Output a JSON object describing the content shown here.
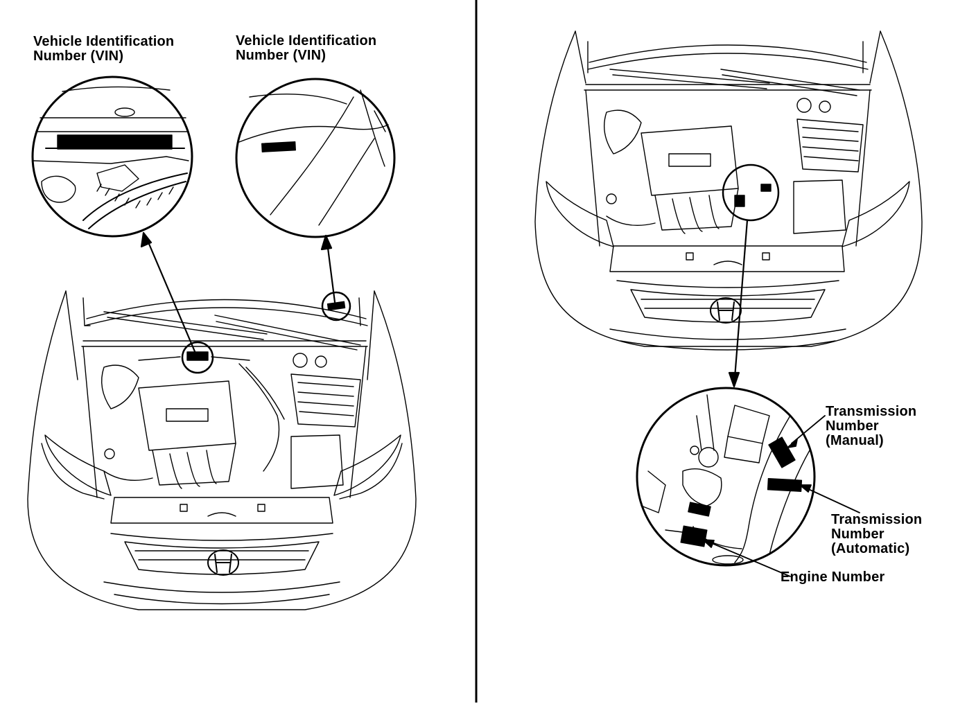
{
  "labels": {
    "vin_left": [
      "Vehicle Identification",
      "Number (VIN)"
    ],
    "vin_right": [
      "Vehicle Identification",
      "Number (VIN)"
    ],
    "trans_manual": [
      "Transmission",
      "Number",
      "(Manual)"
    ],
    "trans_auto": [
      "Transmission",
      "Number",
      "(Automatic)"
    ],
    "engine_number": "Engine Number"
  },
  "colors": {
    "line": "#000000",
    "background": "#ffffff"
  },
  "icons": {
    "logo": "honda-h-logo"
  }
}
